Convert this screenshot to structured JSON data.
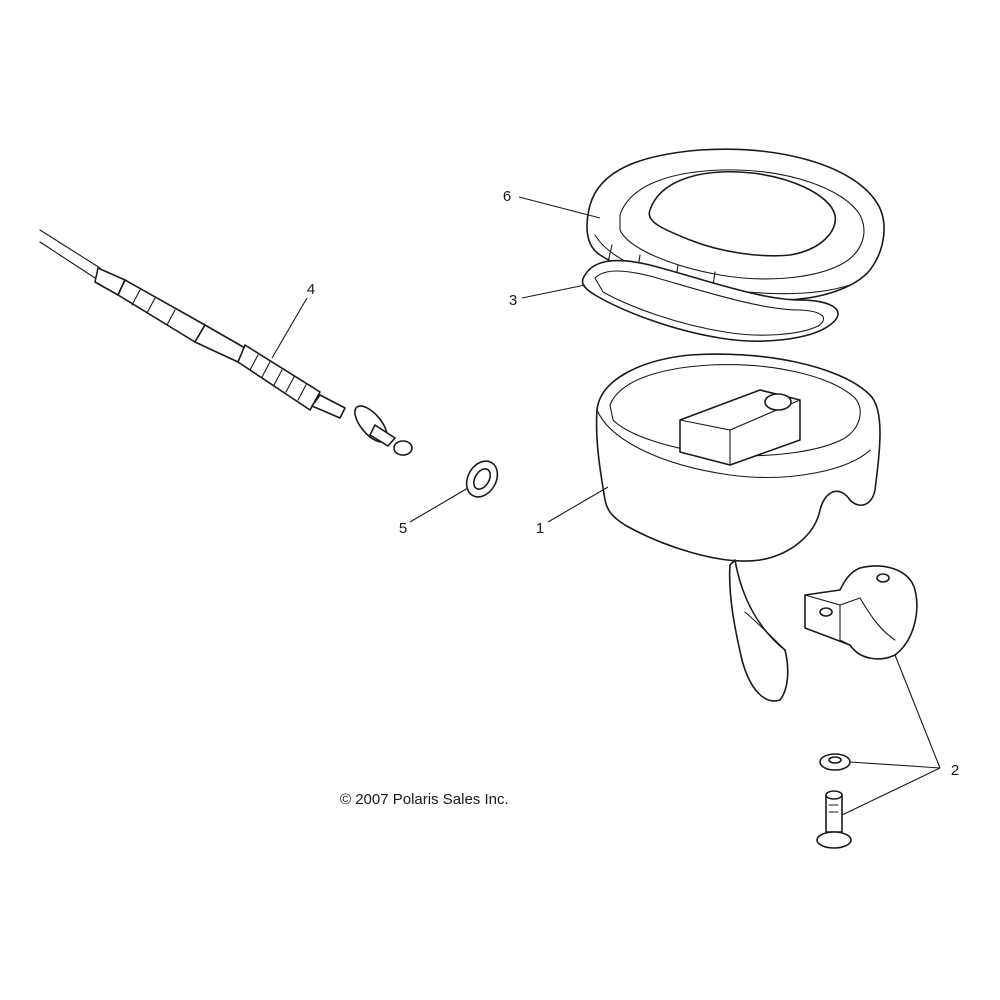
{
  "callouts": {
    "part_1": "1",
    "part_2": "2",
    "part_3": "3",
    "part_4": "4",
    "part_5": "5",
    "part_6": "6"
  },
  "copyright": "© 2007 Polaris Sales Inc."
}
